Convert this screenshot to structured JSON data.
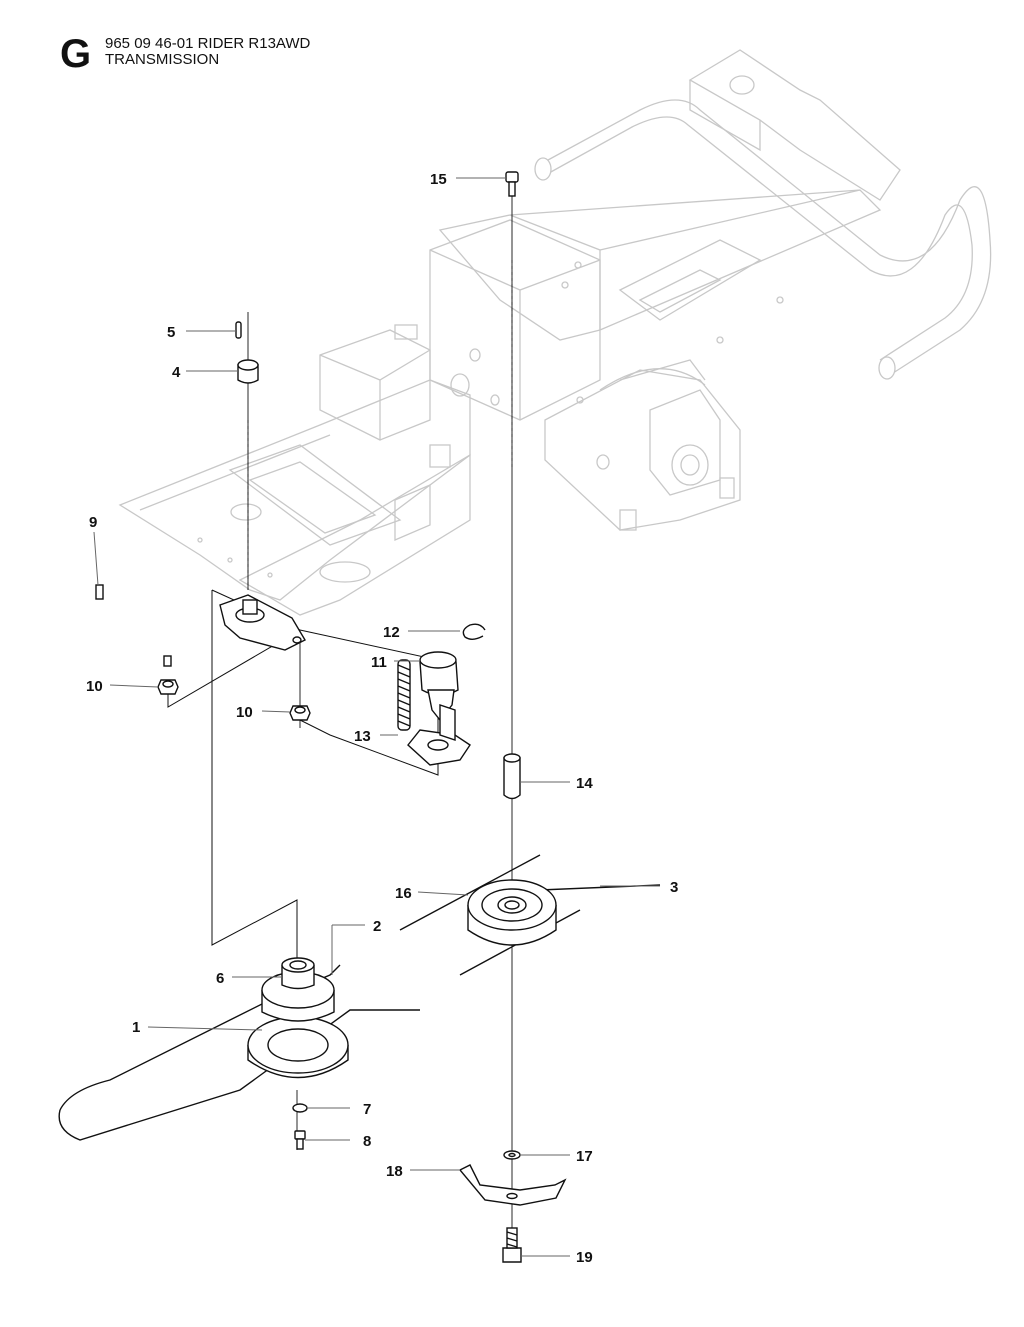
{
  "header": {
    "section_letter": "G",
    "model_line": "965 09 46-01 RIDER R13AWD",
    "section_title": "TRANSMISSION"
  },
  "callouts": [
    {
      "id": "1",
      "label": "1"
    },
    {
      "id": "2",
      "label": "2"
    },
    {
      "id": "3",
      "label": "3"
    },
    {
      "id": "4",
      "label": "4"
    },
    {
      "id": "5",
      "label": "5"
    },
    {
      "id": "6",
      "label": "6"
    },
    {
      "id": "7",
      "label": "7"
    },
    {
      "id": "8",
      "label": "8"
    },
    {
      "id": "9",
      "label": "9"
    },
    {
      "id": "10a",
      "label": "10"
    },
    {
      "id": "10b",
      "label": "10"
    },
    {
      "id": "11",
      "label": "11"
    },
    {
      "id": "12",
      "label": "12"
    },
    {
      "id": "13",
      "label": "13"
    },
    {
      "id": "14",
      "label": "14"
    },
    {
      "id": "15",
      "label": "15"
    },
    {
      "id": "16",
      "label": "16"
    },
    {
      "id": "17",
      "label": "17"
    },
    {
      "id": "18",
      "label": "18"
    },
    {
      "id": "19",
      "label": "19"
    }
  ]
}
